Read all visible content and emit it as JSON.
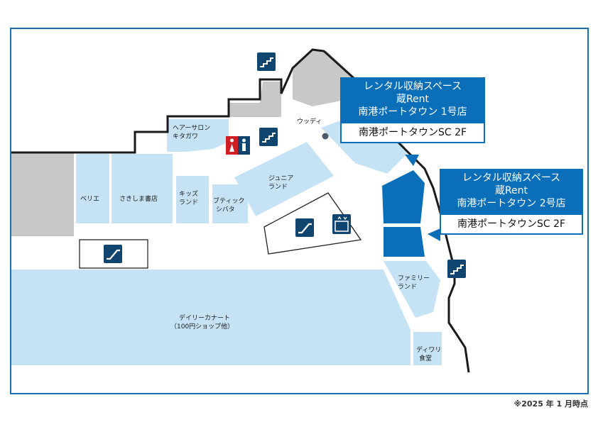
{
  "colors": {
    "frame": "#1a6fb5",
    "shop_fill": "#c6e3f6",
    "other_fill": "#c8c8c8",
    "highlight": "#0a6fb8",
    "icon_blue": "#10456f",
    "icon_red": "#d01e25"
  },
  "shops": {
    "hair_salon": [
      "ヘアーサロン",
      "キタガワ"
    ],
    "woody": "ウッディ",
    "berry": "ベリエ",
    "sakishima": "さきしま書店",
    "kids_land": [
      "キッズ",
      "ランド"
    ],
    "boutique": [
      "ブティック",
      "シバタ"
    ],
    "junior_land": [
      "ジュニア",
      "ランド"
    ],
    "family_land": [
      "ファミリー",
      "ランド"
    ],
    "daily": [
      "デイリーカナート",
      "（100円ショップ他）"
    ],
    "diwali": [
      "ディワリ",
      "食堂"
    ]
  },
  "callouts": [
    {
      "lines": [
        "レンタル収納スペース",
        "蔵Rent",
        "南港ポートタウン 1号店"
      ],
      "location": "南港ポートタウンSC 2F"
    },
    {
      "lines": [
        "レンタル収納スペース",
        "蔵Rent",
        "南港ポートタウン 2号店"
      ],
      "location": "南港ポートタウンSC 2F"
    }
  ],
  "icons": [
    "stairs-icon",
    "restroom-icon",
    "escalator-icon",
    "elevator-icon"
  ],
  "note": "※2025 年 1 月時点"
}
